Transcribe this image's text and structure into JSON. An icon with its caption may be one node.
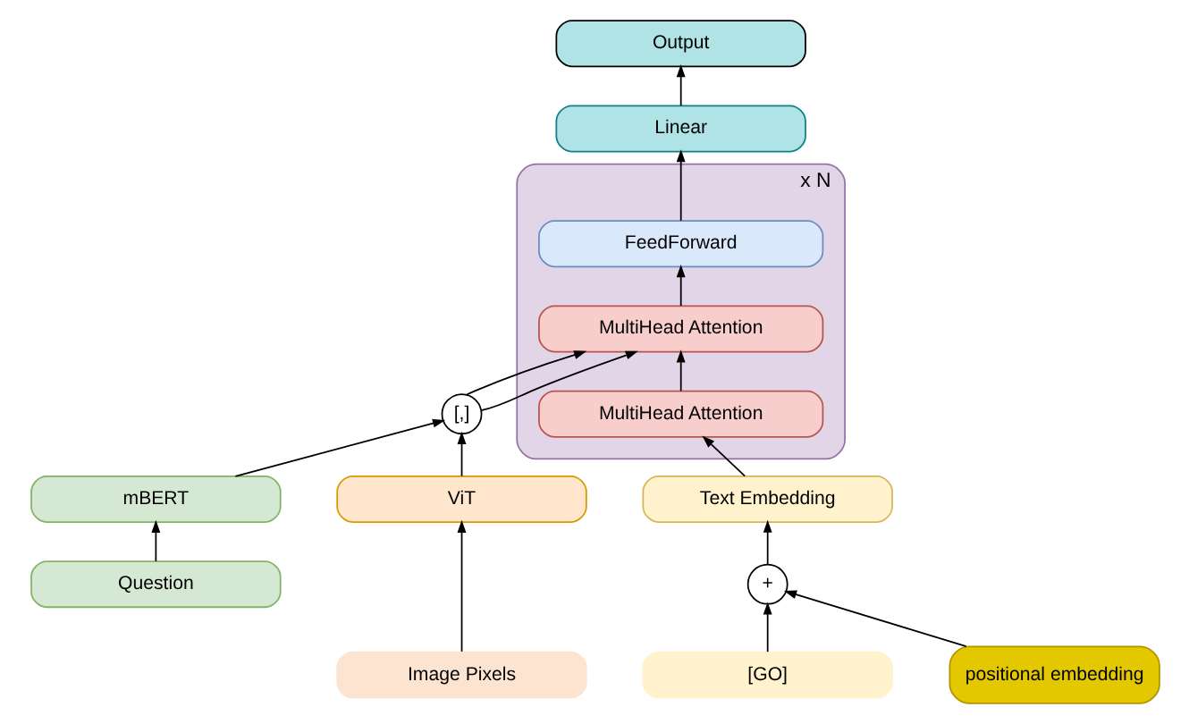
{
  "diagram": {
    "nodes": [
      {
        "text": [
          "Question"
        ]
      },
      {
        "text": [
          "mBERT"
        ]
      },
      {
        "text": [
          "[,]"
        ]
      },
      {
        "text": [
          "ViT"
        ]
      },
      {
        "text": [
          "Image Pixels"
        ]
      },
      {
        "text": [
          "x N"
        ]
      },
      {
        "text": [
          "FeedForward"
        ],
        "in": 5
      },
      {
        "text": [
          "MultiHead Attention"
        ],
        "in": 5
      },
      {
        "text": [
          "MultiHead Attention"
        ],
        "in": 5
      },
      {
        "text": [
          "Linear"
        ]
      },
      {
        "text": [
          "Output"
        ]
      },
      {
        "text": [
          "Text Embedding"
        ]
      },
      {
        "text": [
          "+"
        ]
      },
      {
        "text": [
          "positional embedding"
        ]
      },
      {
        "text": [
          "[GO]"
        ]
      }
    ],
    "edges": [
      {
        "from": 0,
        "to": 1,
        "arrow": "to"
      },
      {
        "from": 1,
        "to": 2,
        "arrow": "to"
      },
      {
        "from": 4,
        "to": 3,
        "arrow": "to"
      },
      {
        "from": 3,
        "to": 2,
        "arrow": "to"
      },
      {
        "from": 2,
        "to": 7,
        "arrow": "to"
      },
      {
        "from": 2,
        "to": 7,
        "arrow": "to"
      },
      {
        "from": 8,
        "to": 7,
        "arrow": "to"
      },
      {
        "from": 7,
        "to": 6,
        "arrow": "to"
      },
      {
        "from": 6,
        "to": 9,
        "arrow": "to"
      },
      {
        "from": 9,
        "to": 10,
        "arrow": "to"
      },
      {
        "from": 11,
        "to": 8,
        "arrow": "to"
      },
      {
        "from": 12,
        "to": 11,
        "arrow": "to"
      },
      {
        "from": 13,
        "to": 12,
        "arrow": "to"
      },
      {
        "from": 14,
        "to": 12,
        "arrow": "to"
      }
    ]
  }
}
